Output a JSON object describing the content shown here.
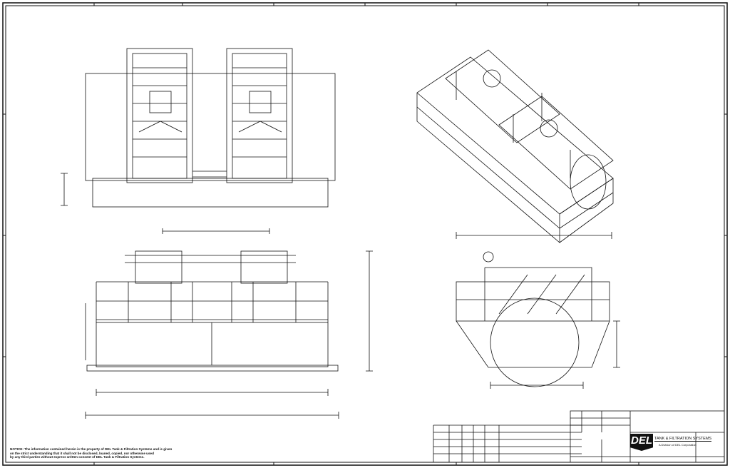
{
  "notice": {
    "line1": "NOTICE: The information contained herein is the property of DEL Tank & Filtration Systems and is given",
    "line2": "on the strict understanding that it shall not be disclosed, loaned, copied, nor otherwise used",
    "line3": "by any third parties without express written consent of DEL Tank & Filtration Systems."
  },
  "title_block": {
    "logo": "DEL",
    "company": "TANK & FILTRATION SYSTEMS",
    "division": "A Division of DEL Corporation"
  }
}
